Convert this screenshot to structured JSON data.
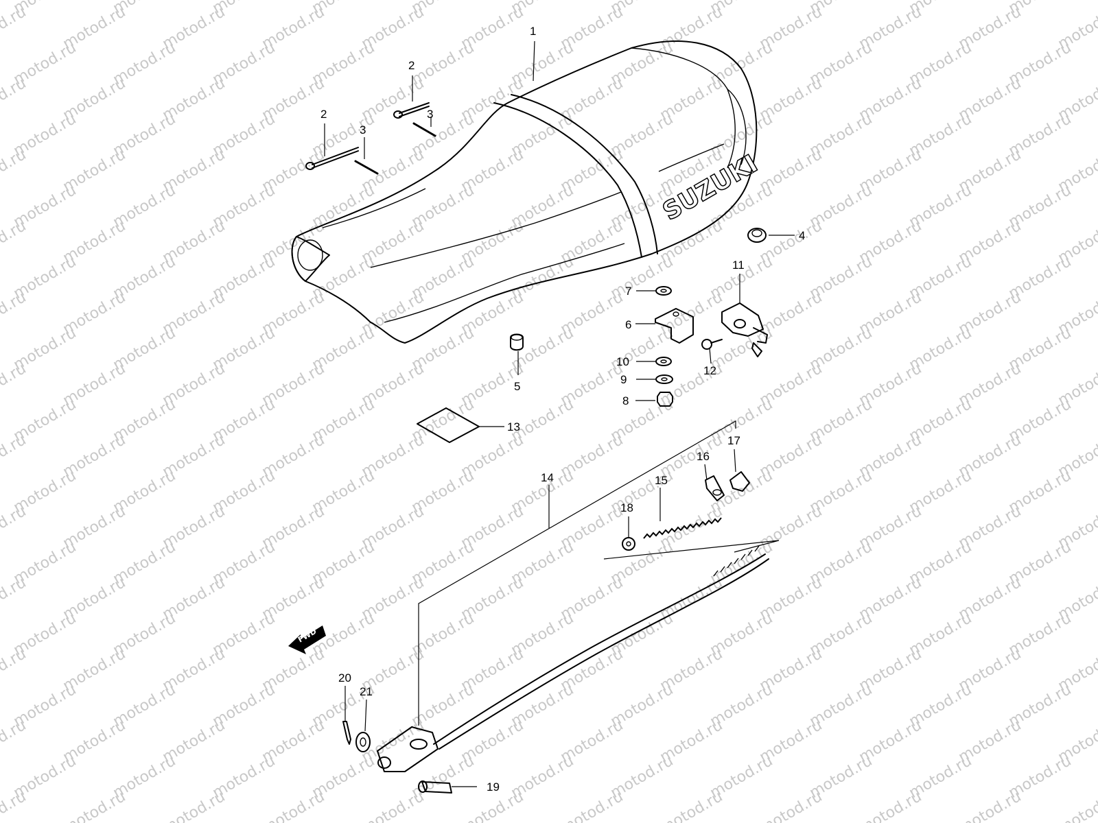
{
  "watermark": "motod.ru",
  "brand_text": "SUZUKI",
  "direction_arrow": "FWD",
  "callouts": [
    {
      "id": "c1",
      "text": "1"
    },
    {
      "id": "c2a",
      "text": "2"
    },
    {
      "id": "c2b",
      "text": "2"
    },
    {
      "id": "c3a",
      "text": "3"
    },
    {
      "id": "c3b",
      "text": "3"
    },
    {
      "id": "c4",
      "text": "4"
    },
    {
      "id": "c5",
      "text": "5"
    },
    {
      "id": "c6",
      "text": "6"
    },
    {
      "id": "c7",
      "text": "7"
    },
    {
      "id": "c8",
      "text": "8"
    },
    {
      "id": "c9",
      "text": "9"
    },
    {
      "id": "c10",
      "text": "10"
    },
    {
      "id": "c11",
      "text": "11"
    },
    {
      "id": "c12",
      "text": "12"
    },
    {
      "id": "c13",
      "text": "13"
    },
    {
      "id": "c14",
      "text": "14"
    },
    {
      "id": "c15",
      "text": "15"
    },
    {
      "id": "c16",
      "text": "16"
    },
    {
      "id": "c17",
      "text": "17"
    },
    {
      "id": "c18",
      "text": "18"
    },
    {
      "id": "c19",
      "text": "19"
    },
    {
      "id": "c20",
      "text": "20"
    },
    {
      "id": "c21",
      "text": "21"
    }
  ]
}
